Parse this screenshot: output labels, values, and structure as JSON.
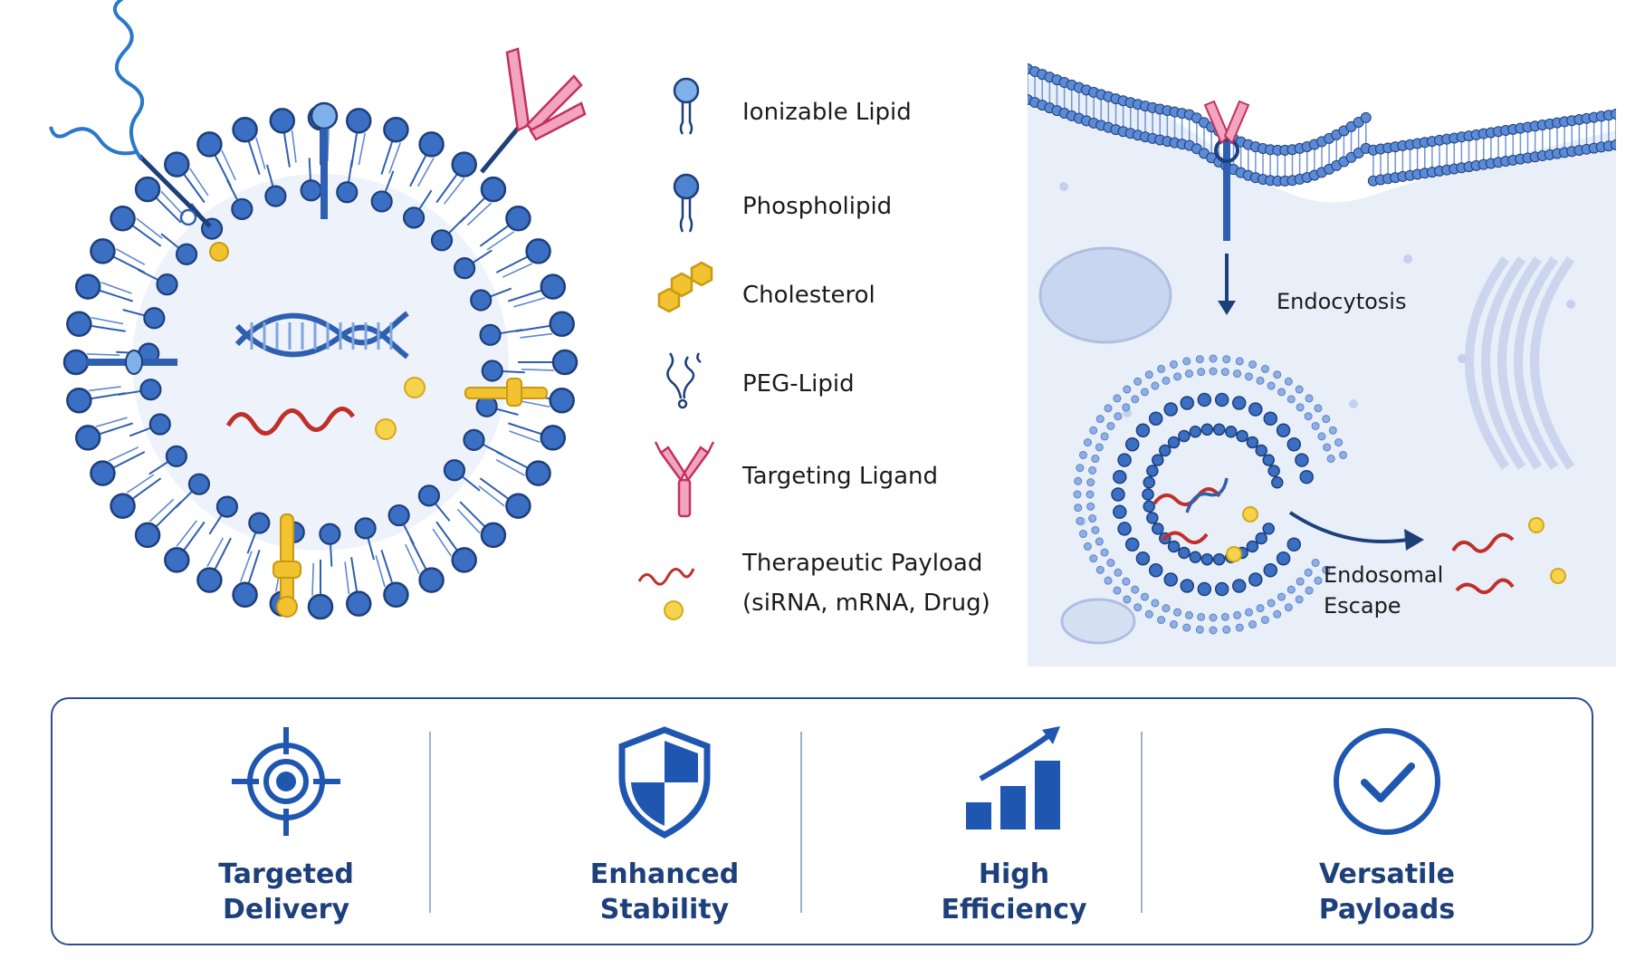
{
  "legend": {
    "items": [
      {
        "id": "ionizable",
        "label": "Ionizable Lipid"
      },
      {
        "id": "phospholipid",
        "label": "Phospholipid"
      },
      {
        "id": "cholesterol",
        "label": "Cholesterol"
      },
      {
        "id": "peg",
        "label": "PEG-Lipid"
      },
      {
        "id": "ligand",
        "label": "Targeting Ligand"
      },
      {
        "id": "payload",
        "label_line1": "Therapeutic Payload",
        "label_line2": "(siRNA, mRNA, Drug)"
      }
    ]
  },
  "cell_panel": {
    "endocytosis_label": "Endocytosis",
    "escape_label_line1": "Endosomal",
    "escape_label_line2": "Escape"
  },
  "benefits": [
    {
      "icon": "target-icon",
      "line1": "Targeted",
      "line2": "Delivery"
    },
    {
      "icon": "shield-icon",
      "line1": "Enhanced",
      "line2": "Stability"
    },
    {
      "icon": "growth-chart-icon",
      "line1": "High",
      "line2": "Efficiency"
    },
    {
      "icon": "check-circle-icon",
      "line1": "Versatile",
      "line2": "Payloads"
    }
  ],
  "colors": {
    "lipid_blue": "#2f5fb0",
    "head_blue": "#3a6fc4",
    "navy": "#1d3f7a",
    "cholesterol_gold": "#f2c230",
    "ligand_pink": "#d9527a",
    "payload_red": "#c0302b",
    "cell_bg": "#e9eff9"
  }
}
